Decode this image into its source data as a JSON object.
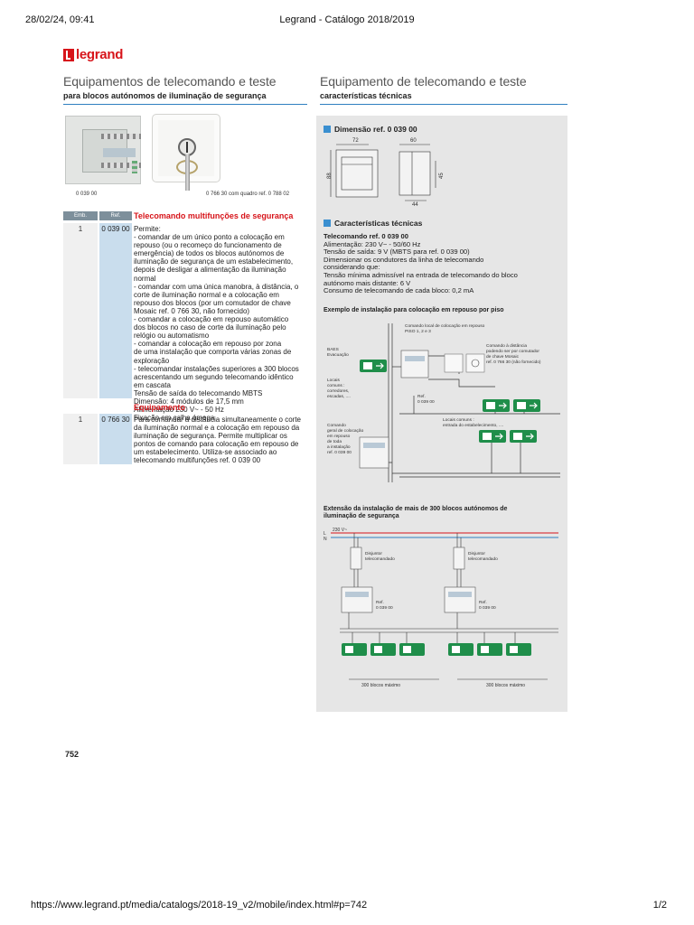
{
  "print_header": {
    "datetime": "28/02/24, 09:41",
    "title": "Legrand - Catálogo 2018/2019"
  },
  "print_footer": {
    "url": "https://www.legrand.pt/media/catalogs/2018-19_v2/mobile/index.html#p=742",
    "page": "1/2"
  },
  "brand": {
    "name": "legrand",
    "color": "#d7141a"
  },
  "left": {
    "title": "Equipamentos de telecomando e teste",
    "subtitle": "para blocos autónomos de iluminação de segurança",
    "image_captions": [
      "0 039 00",
      "0 766 30 com quadro ref. 0 788 02"
    ],
    "table": {
      "headers": {
        "emb": "Emb.",
        "ref": "Ref."
      },
      "section1_title": "Telecomando multifunções de segurança",
      "row1": {
        "emb": "1",
        "ref": "0 039 00",
        "lines": [
          "Permite:",
          "- comandar de um único ponto a colocação em",
          "repouso (ou o recomeço do funcionamento de",
          "emergência) de todos os blocos autónomos de",
          "iluminação de segurança de um estabelecimento,",
          "depois de desligar a alimentação da iluminação",
          "normal",
          "- comandar com uma única manobra, à distância, o",
          "corte de iluminação normal e a colocação em",
          "repouso dos blocos (por um comutador de chave",
          "Mosaic ref. 0 766 30, não fornecido)",
          "- comandar a colocação em repouso automático",
          "dos blocos no caso de corte da iluminação pelo",
          "relógio ou automatismo",
          "- comandar a colocação em repouso por zona",
          "de uma instalação que comporta várias zonas de",
          "exploração",
          "- telecomandar instalações superiores a 300 blocos",
          "acrescentando um segundo telecomando idêntico",
          "em cascata",
          "Tensão de saída do telecomando MBTS",
          "Dimensão: 4 módulos de 17,5 mm",
          "Alimentação 230 V~ - 50 Hz",
          "Fixação em calha ómega"
        ]
      },
      "section2_title": "Equipamento",
      "row2": {
        "emb": "1",
        "ref": "0 766 30",
        "lines": [
          "Para comandar à distância simultaneamente o corte",
          "da iluminação normal e a colocação em repouso da",
          "iluminação de segurança. Permite multiplicar os",
          "pontos de comando para colocação em repouso de",
          "um estabelecimento. Utiliza-se associado ao",
          "telecomando multifunções ref. 0 039 00"
        ]
      }
    },
    "page_number": "752"
  },
  "right": {
    "title": "Equipamento de telecomando e teste",
    "subtitle": "características técnicas",
    "dimension_heading": "Dimensão ref. 0 039 00",
    "dimensions": {
      "width": "72",
      "depth": "60",
      "height": "88",
      "face": "45",
      "module": "44"
    },
    "specs_heading": "Características técnicas",
    "specs_lines": [
      "Telecomando ref. 0 039 00",
      "Alimentação: 230 V~ - 50/60 Hz",
      "Tensão de saída: 9 V (MBTS para ref. 0 039 00)",
      "Dimensionar os condutores da linha de telecomando",
      "considerando que:",
      "Tensão mínima admissível na entrada de telecomando do bloco",
      "autónomo mais distante: 6 V",
      "Consumo de telecomando de cada bloco: 0,2 mA"
    ],
    "example1_title": "Exemplo de instalação para colocação em repouso por piso",
    "example1_labels": {
      "local_command": [
        "Comando local de colocação em repouso",
        "PISO 1, 2 e 3"
      ],
      "remote_command": [
        "Comando à distância",
        "podendo ser por comutador",
        "de chave Mosaic",
        "ref. 0 766 30 (não fornecido)"
      ],
      "baes": [
        "BAES",
        "Evacuação"
      ],
      "common_places": [
        "Locais",
        "comuns :",
        "corredores,",
        "escadas, ...."
      ],
      "ref": [
        "Ref.",
        "0 039 00"
      ],
      "general_command": [
        "Comando",
        "geral de colocação",
        "em repouso",
        "de toda",
        "a instalação",
        "ref. 0 039 00"
      ],
      "common_places2": [
        "Locais comuns :",
        "entrada do estabelecimento, ...."
      ]
    },
    "example2_title": [
      "Extensão da instalação de mais de 300 blocos autónomos de",
      "iluminação de segurança"
    ],
    "example2_labels": {
      "L": "L",
      "N": "N",
      "voltage": "230 V~",
      "breaker": [
        "Disjuntor",
        "telecomandado"
      ],
      "ref": [
        "Ref.",
        "0 039 00"
      ],
      "max_blocks": "300 blocos máximo"
    }
  }
}
